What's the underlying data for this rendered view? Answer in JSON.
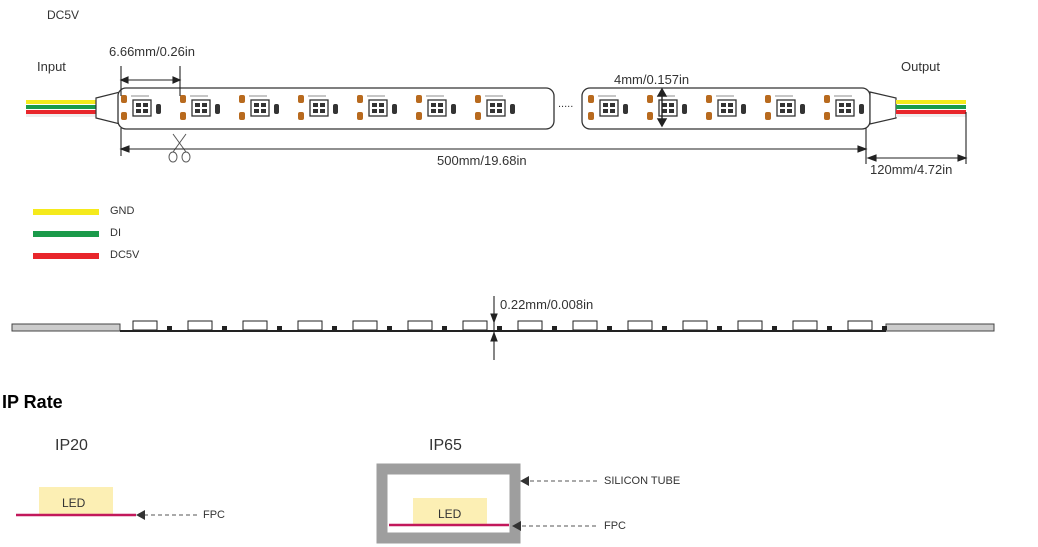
{
  "diagram": {
    "voltage_label": "DC5V",
    "input_label": "Input",
    "output_label": "Output",
    "pixel_pitch": "6.66mm/0.26in",
    "led_pitch": "4mm/0.157in",
    "segment_length": "500mm/19.68in",
    "wire_length": "120mm/4.72in",
    "ellipsis": ".....",
    "thickness": "0.22mm/0.008in"
  },
  "legend": [
    {
      "label": "GND",
      "color": "#f5ea1c"
    },
    {
      "label": "DI",
      "color": "#1a9a4a"
    },
    {
      "label": "DC5V",
      "color": "#e8262b"
    }
  ],
  "ip_rate": {
    "title": "IP Rate",
    "ip20": {
      "title": "IP20",
      "led": "LED",
      "fpc": "FPC"
    },
    "ip65": {
      "title": "IP65",
      "led": "LED",
      "tube": "SILICON TUBE",
      "fpc": "FPC"
    }
  },
  "colors": {
    "fpc_line": "#c2185b",
    "led_fill": "#fcefb4",
    "tube": "#9e9e9e",
    "wire_yellow": "#f5ea1c",
    "wire_green": "#1a9a4a",
    "wire_red": "#e8262b",
    "resistor": "#b86a1e"
  }
}
